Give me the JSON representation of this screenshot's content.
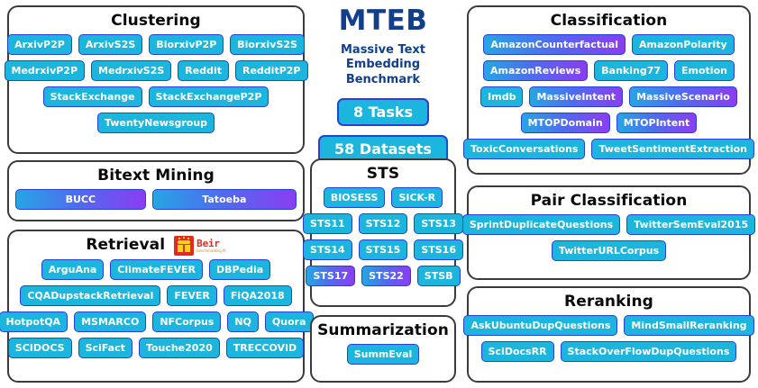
{
  "brand": {
    "title": "MTEB",
    "subtitle_line1": "Massive Text",
    "subtitle_line2": "Embedding Benchmark",
    "tasks_badge": "8 Tasks",
    "datasets_badge": "58 Datasets",
    "title_color": "#123f8c",
    "badge_fill": "#1cb5dd",
    "badge_border": "#2640d8"
  },
  "style": {
    "chip_fill": "#1cb5dd",
    "chip_border": "#2640d8",
    "chip_gradient_from": "#26a6e4",
    "chip_gradient_to": "#8b3df2",
    "panel_border": "#3b3b3b",
    "background": "#ffffff"
  },
  "beir_logo": {
    "name": "Beir",
    "tagline": "benchmarking IR"
  },
  "panels": {
    "clustering": {
      "title": "Clustering",
      "rows": [
        [
          {
            "label": "ArxivP2P",
            "gradient": false
          },
          {
            "label": "ArxivS2S",
            "gradient": false
          },
          {
            "label": "BiorxivP2P",
            "gradient": false
          },
          {
            "label": "BiorxivS2S",
            "gradient": false
          }
        ],
        [
          {
            "label": "MedrxivP2P",
            "gradient": false
          },
          {
            "label": "MedrxivS2S",
            "gradient": false
          },
          {
            "label": "Reddit",
            "gradient": false
          },
          {
            "label": "RedditP2P",
            "gradient": false
          }
        ],
        [
          {
            "label": "StackExchange",
            "gradient": false
          },
          {
            "label": "StackExchangeP2P",
            "gradient": false
          }
        ],
        [
          {
            "label": "TwentyNewsgroup",
            "gradient": false
          }
        ]
      ]
    },
    "bitext_mining": {
      "title": "Bitext Mining",
      "rows": [
        [
          {
            "label": "BUCC",
            "gradient": true
          },
          {
            "label": "Tatoeba",
            "gradient": true
          }
        ]
      ]
    },
    "retrieval": {
      "title": "Retrieval",
      "rows": [
        [
          {
            "label": "ArguAna",
            "gradient": false
          },
          {
            "label": "ClimateFEVER",
            "gradient": false
          },
          {
            "label": "DBPedia",
            "gradient": false
          }
        ],
        [
          {
            "label": "CQADupstackRetrieval",
            "gradient": false
          },
          {
            "label": "FEVER",
            "gradient": false
          },
          {
            "label": "FiQA2018",
            "gradient": false
          }
        ],
        [
          {
            "label": "HotpotQA",
            "gradient": false
          },
          {
            "label": "MSMARCO",
            "gradient": false
          },
          {
            "label": "NFCorpus",
            "gradient": false
          },
          {
            "label": "NQ",
            "gradient": false
          },
          {
            "label": "Quora",
            "gradient": false
          }
        ],
        [
          {
            "label": "SCIDOCS",
            "gradient": false
          },
          {
            "label": "SciFact",
            "gradient": false
          },
          {
            "label": "Touche2020",
            "gradient": false
          },
          {
            "label": "TRECCOVID",
            "gradient": false
          }
        ]
      ]
    },
    "sts": {
      "title": "STS",
      "rows": [
        [
          {
            "label": "BIOSESS",
            "gradient": false
          },
          {
            "label": "SICK-R",
            "gradient": false
          }
        ],
        [
          {
            "label": "STS11",
            "gradient": false
          },
          {
            "label": "STS12",
            "gradient": false
          },
          {
            "label": "STS13",
            "gradient": false
          }
        ],
        [
          {
            "label": "STS14",
            "gradient": false
          },
          {
            "label": "STS15",
            "gradient": false
          },
          {
            "label": "STS16",
            "gradient": false
          }
        ],
        [
          {
            "label": "STS17",
            "gradient": true
          },
          {
            "label": "STS22",
            "gradient": true
          },
          {
            "label": "STSB",
            "gradient": false
          }
        ]
      ]
    },
    "summarization": {
      "title": "Summarization",
      "rows": [
        [
          {
            "label": "SummEval",
            "gradient": false
          }
        ]
      ]
    },
    "classification": {
      "title": "Classification",
      "rows": [
        [
          {
            "label": "AmazonCounterfactual",
            "gradient": true
          },
          {
            "label": "AmazonPolarity",
            "gradient": false
          }
        ],
        [
          {
            "label": "AmazonReviews",
            "gradient": true
          },
          {
            "label": "Banking77",
            "gradient": false
          },
          {
            "label": "Emotion",
            "gradient": false
          }
        ],
        [
          {
            "label": "Imdb",
            "gradient": false
          },
          {
            "label": "MassiveIntent",
            "gradient": true
          },
          {
            "label": "MassiveScenario",
            "gradient": true
          }
        ],
        [
          {
            "label": "MTOPDomain",
            "gradient": true
          },
          {
            "label": "MTOPIntent",
            "gradient": true
          }
        ],
        [
          {
            "label": "ToxicConversations",
            "gradient": false
          },
          {
            "label": "TweetSentimentExtraction",
            "gradient": false
          }
        ]
      ]
    },
    "pair_classification": {
      "title": "Pair Classification",
      "rows": [
        [
          {
            "label": "SprintDuplicateQuestions",
            "gradient": false
          },
          {
            "label": "TwitterSemEval2015",
            "gradient": false
          }
        ],
        [
          {
            "label": "TwitterURLCorpus",
            "gradient": false
          }
        ]
      ]
    },
    "reranking": {
      "title": "Reranking",
      "rows": [
        [
          {
            "label": "AskUbuntuDupQuestions",
            "gradient": false
          },
          {
            "label": "MindSmallReranking",
            "gradient": false
          }
        ],
        [
          {
            "label": "SciDocsRR",
            "gradient": false
          },
          {
            "label": "StackOverFlowDupQuestions",
            "gradient": false
          }
        ]
      ]
    }
  }
}
